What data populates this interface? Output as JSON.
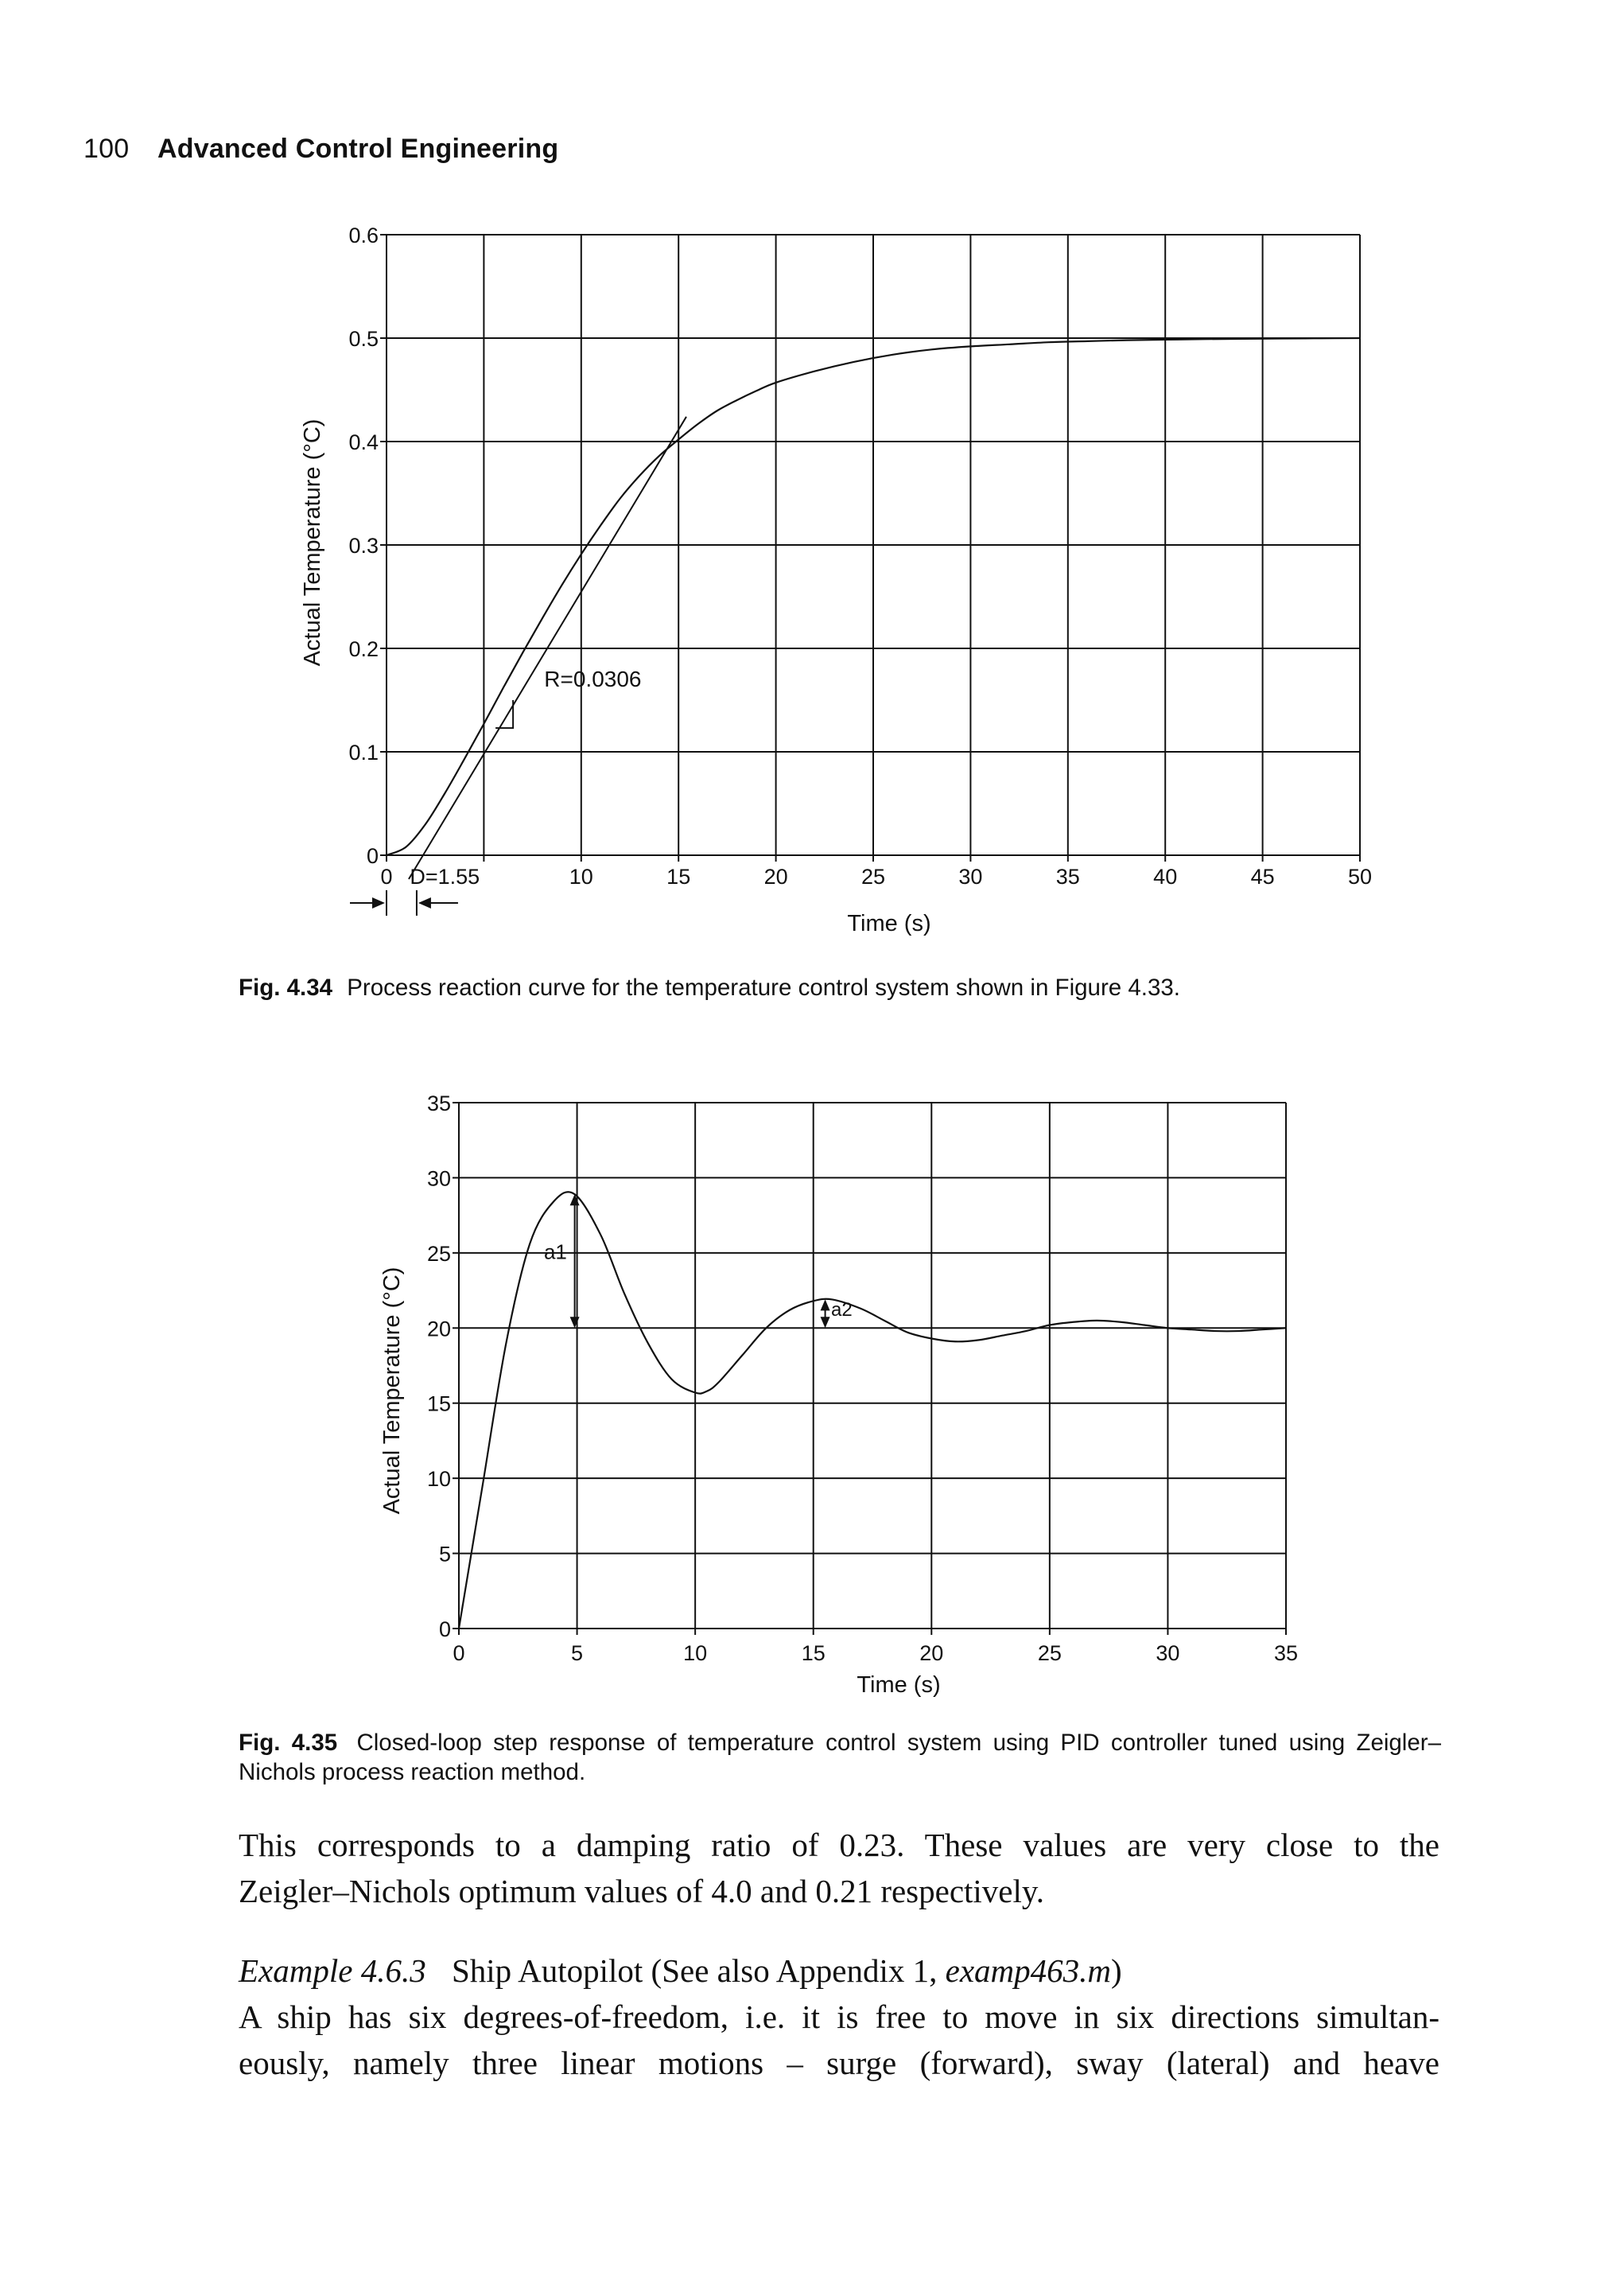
{
  "header": {
    "page_number": "100",
    "book_title": "Advanced Control Engineering"
  },
  "chart_data": [
    {
      "type": "line",
      "figure_label": "Fig. 4.34",
      "caption": "Process reaction curve for the temperature control system shown in Figure 4.33.",
      "xlabel": "Time (s)",
      "ylabel": "Actual Temperature (°C)",
      "xlim": [
        0,
        50
      ],
      "ylim": [
        0,
        0.6
      ],
      "x_ticks": [
        0,
        5,
        10,
        15,
        20,
        25,
        30,
        35,
        40,
        45,
        50
      ],
      "x_tick_labels": [
        "0",
        "",
        "10",
        "15",
        "20",
        "25",
        "30",
        "35",
        "40",
        "45",
        "50"
      ],
      "y_ticks": [
        0,
        0.1,
        0.2,
        0.3,
        0.4,
        0.5,
        0.6
      ],
      "y_tick_labels": [
        "0",
        "0.1",
        "0.2",
        "0.3",
        "0.4",
        "0.5",
        "0.6"
      ],
      "grid": true,
      "series": [
        {
          "x": [
            0,
            1,
            2,
            3,
            4,
            5,
            6,
            7,
            8,
            9,
            10,
            11,
            12,
            13,
            14,
            15,
            16,
            17,
            18,
            19,
            20,
            22,
            24,
            26,
            28,
            30,
            32,
            34,
            36,
            38,
            40,
            42,
            44,
            46,
            48,
            50
          ],
          "y": [
            0,
            0.008,
            0.03,
            0.06,
            0.093,
            0.127,
            0.162,
            0.196,
            0.229,
            0.261,
            0.291,
            0.319,
            0.345,
            0.367,
            0.386,
            0.402,
            0.417,
            0.43,
            0.44,
            0.449,
            0.457,
            0.468,
            0.477,
            0.484,
            0.489,
            0.492,
            0.494,
            0.496,
            0.497,
            0.498,
            0.4985,
            0.499,
            0.4993,
            0.4996,
            0.4998,
            0.5
          ]
        }
      ],
      "tangent_line": {
        "x": [
          1.55,
          15.4
        ],
        "y": [
          0,
          0.424
        ]
      },
      "annotations": {
        "slope": "R=0.0306",
        "delay": "D=1.55"
      }
    },
    {
      "type": "line",
      "figure_label": "Fig. 4.35",
      "caption": "Closed-loop step response of temperature control system using PID controller tuned using Zeigler–Nichols process reaction method.",
      "xlabel": "Time (s)",
      "ylabel": "Actual Temperature (°C)",
      "xlim": [
        0,
        35
      ],
      "ylim": [
        0,
        35
      ],
      "x_ticks": [
        0,
        5,
        10,
        15,
        20,
        25,
        30,
        35
      ],
      "x_tick_labels": [
        "0",
        "5",
        "10",
        "15",
        "20",
        "25",
        "30",
        "35"
      ],
      "y_ticks": [
        0,
        5,
        10,
        15,
        20,
        25,
        30,
        35
      ],
      "y_tick_labels": [
        "0",
        "5",
        "10",
        "15",
        "20",
        "25",
        "30",
        "35"
      ],
      "grid": true,
      "series": [
        {
          "x": [
            0,
            1,
            2,
            3,
            4,
            4.9,
            6,
            7,
            8,
            9,
            10,
            10.5,
            11,
            12,
            13,
            14,
            15,
            15.8,
            17,
            18,
            19,
            20,
            21,
            22,
            23,
            24,
            25,
            26,
            27,
            28,
            29,
            30,
            31,
            32,
            33,
            34,
            35
          ],
          "y": [
            0,
            9.5,
            19,
            25.6,
            28.4,
            28.9,
            26.2,
            22.3,
            19,
            16.6,
            15.7,
            15.8,
            16.4,
            18.2,
            20,
            21.2,
            21.8,
            21.9,
            21.3,
            20.5,
            19.7,
            19.3,
            19.1,
            19.2,
            19.5,
            19.8,
            20.2,
            20.4,
            20.5,
            20.4,
            20.2,
            20,
            19.9,
            19.8,
            19.8,
            19.9,
            20
          ]
        }
      ],
      "annotations": {
        "a1": "a1",
        "a2": "a2"
      }
    }
  ],
  "body": {
    "para1_line1": "This corresponds to a damping ratio of 0.23. These values are very close to the",
    "para1_line2": "Zeigler–Nichols optimum values of 4.0 and 0.21 respectively.",
    "example_label": "Example 4.6.3",
    "example_title": "Ship Autopilot (See also Appendix 1,",
    "example_file": "examp463.m",
    "example_close": ")",
    "para2_line1": "A ship has six degrees-of-freedom, i.e. it is free to move in six directions simultan-",
    "para2_line2": "eously, namely three linear motions – surge (forward), sway (lateral) and heave"
  }
}
